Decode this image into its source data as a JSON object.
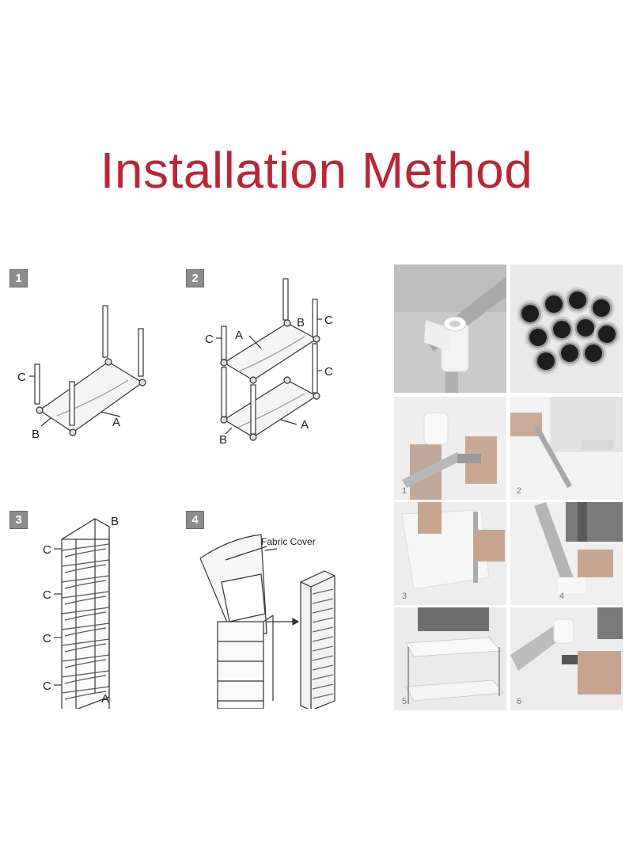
{
  "title": "Installation Method",
  "title_color": "#b8263a",
  "steps": [
    {
      "number": "1",
      "labels": [
        "C",
        "B",
        "A"
      ]
    },
    {
      "number": "2",
      "labels": [
        "C",
        "A",
        "B",
        "C",
        "C",
        "B",
        "A"
      ]
    },
    {
      "number": "3",
      "labels": [
        "B",
        "C",
        "C",
        "C",
        "C",
        "A"
      ]
    },
    {
      "number": "4",
      "labels": [
        "Fabric Cover"
      ]
    }
  ],
  "photos": [
    {
      "number": "",
      "subject": "white plastic 3-way connector joint on steel tube"
    },
    {
      "number": "",
      "subject": "bundle of steel tubes end view"
    },
    {
      "number": "1",
      "subject": "hands inserting tube into connector"
    },
    {
      "number": "2",
      "subject": "tube attached into shelf edge"
    },
    {
      "number": "3",
      "subject": "hands assembling frame rectangle"
    },
    {
      "number": "4",
      "subject": "hands pushing tube into corner joint"
    },
    {
      "number": "5",
      "subject": "assembled two-tier shelf"
    },
    {
      "number": "6",
      "subject": "hand holding tube with connector"
    }
  ]
}
